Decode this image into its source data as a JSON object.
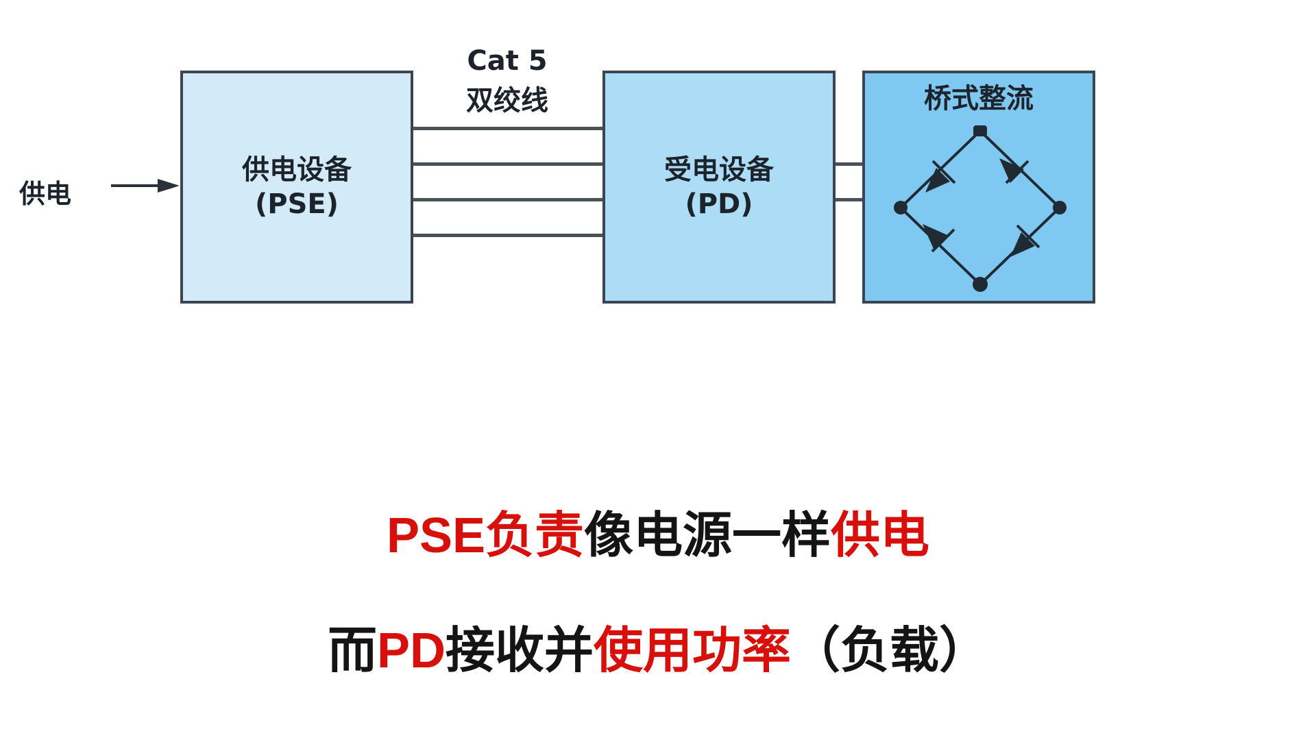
{
  "diagram": {
    "input_label": "供电",
    "cable_label_line1": "Cat 5",
    "cable_label_line2": "双绞线",
    "pse_box": {
      "line1": "供电设备",
      "line2": "(PSE)"
    },
    "pd_box": {
      "line1": "受电设备",
      "line2": "(PD)"
    },
    "bridge_box": {
      "title": "桥式整流"
    },
    "cable_wire_count": 4,
    "pd_to_bridge_wire_count": 2
  },
  "captions": {
    "line1": [
      {
        "text": "PSE负责",
        "highlight": true
      },
      {
        "text": "像电源一样",
        "highlight": false
      },
      {
        "text": "供电",
        "highlight": true
      }
    ],
    "line2": [
      {
        "text": "而",
        "highlight": false
      },
      {
        "text": "PD",
        "highlight": true
      },
      {
        "text": "接收并",
        "highlight": false
      },
      {
        "text": "使用功率",
        "highlight": true
      },
      {
        "text": "（负载）",
        "highlight": false
      }
    ]
  },
  "colors": {
    "highlight": "#d7100c",
    "text": "#141414",
    "pse_fill": "#d3ebf9",
    "pd_fill": "#addcf7",
    "bridge_fill": "#7fc8f2"
  }
}
